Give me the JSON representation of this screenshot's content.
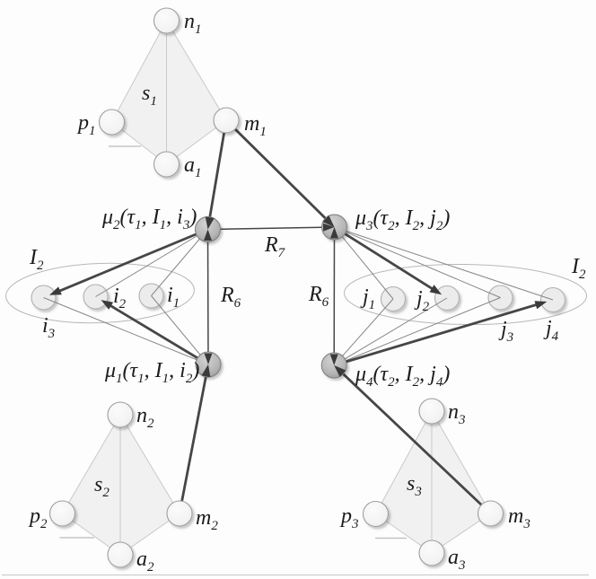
{
  "figure": {
    "type": "diagram",
    "description": "Graph diagram with three kite-shaped subgraphs (s1, s2, s3), two item-set ellipses (I2 left with i1,i2,i3 and I2 right with j1..j4), and four mapping nodes mu1..mu4 linked by relations R6 and R7"
  },
  "colors": {
    "background": "#fdfdfd",
    "text": "#1c1c1c",
    "thick_edge": "#464646",
    "thin_edge": "#8e8e8e",
    "arrowhead": "#3a3a3a",
    "kite_fill": "#f1f1f1",
    "kite_stroke": "#c9c9c9",
    "kite_node_stroke": "#9e9e9e",
    "set_node_fill": "#ececec",
    "ellipse_stroke": "#b8b8b8",
    "mu_node_fill": "#b5b5b5"
  },
  "labels": {
    "n1": {
      "m": "n",
      "s": "1"
    },
    "s1": {
      "m": "s",
      "s": "1"
    },
    "p1": {
      "m": "p",
      "s": "1"
    },
    "m1": {
      "m": "m",
      "s": "1"
    },
    "a1": {
      "m": "a",
      "s": "1"
    },
    "n2": {
      "m": "n",
      "s": "2"
    },
    "s2": {
      "m": "s",
      "s": "2"
    },
    "p2": {
      "m": "p",
      "s": "2"
    },
    "m2": {
      "m": "m",
      "s": "2"
    },
    "a2": {
      "m": "a",
      "s": "2"
    },
    "n3": {
      "m": "n",
      "s": "3"
    },
    "s3": {
      "m": "s",
      "s": "3"
    },
    "p3": {
      "m": "p",
      "s": "3"
    },
    "m3": {
      "m": "m",
      "s": "3"
    },
    "a3": {
      "m": "a",
      "s": "3"
    },
    "i1": {
      "m": "i",
      "s": "1"
    },
    "i2": {
      "m": "i",
      "s": "2"
    },
    "i3": {
      "m": "i",
      "s": "3"
    },
    "j1": {
      "m": "j",
      "s": "1"
    },
    "j2": {
      "m": "j",
      "s": "2"
    },
    "j3": {
      "m": "j",
      "s": "3"
    },
    "j4": {
      "m": "j",
      "s": "4"
    },
    "I2_left": {
      "m": "I",
      "s": "2"
    },
    "I2_right": {
      "m": "I",
      "s": "2"
    },
    "R7": {
      "m": "R",
      "s": "7"
    },
    "R6_left": {
      "m": "R",
      "s": "6"
    },
    "R6_right": {
      "m": "R",
      "s": "6"
    },
    "mu2": {
      "parts": [
        {
          "m": "μ",
          "s": "2"
        },
        {
          "m": "(τ",
          "s": "1"
        },
        {
          "m": ", I",
          "s": "1"
        },
        {
          "m": ", i",
          "s": "3"
        },
        {
          "m": ")"
        }
      ]
    },
    "mu3": {
      "parts": [
        {
          "m": "μ",
          "s": "3"
        },
        {
          "m": "(τ",
          "s": "2"
        },
        {
          "m": ", I",
          "s": "2"
        },
        {
          "m": ", j",
          "s": "2"
        },
        {
          "m": ")"
        }
      ]
    },
    "mu1": {
      "parts": [
        {
          "m": "μ",
          "s": "1"
        },
        {
          "m": "(τ",
          "s": "1"
        },
        {
          "m": ", I",
          "s": "1"
        },
        {
          "m": ", i",
          "s": "2"
        },
        {
          "m": ")"
        }
      ]
    },
    "mu4": {
      "parts": [
        {
          "m": "μ",
          "s": "4"
        },
        {
          "m": "(τ",
          "s": "2"
        },
        {
          "m": ", I",
          "s": "2"
        },
        {
          "m": ", j",
          "s": "4"
        },
        {
          "m": ")"
        }
      ]
    }
  },
  "graph": {
    "kites": [
      {
        "name": "s1",
        "nodes": [
          "n1",
          "p1",
          "a1",
          "m1"
        ]
      },
      {
        "name": "s2",
        "nodes": [
          "n2",
          "p2",
          "a2",
          "m2"
        ]
      },
      {
        "name": "s3",
        "nodes": [
          "n3",
          "p3",
          "a3",
          "m3"
        ]
      }
    ],
    "sets": [
      {
        "name": "I2_left",
        "members": [
          "i3",
          "i2",
          "i1"
        ]
      },
      {
        "name": "I2_right",
        "members": [
          "j1",
          "j2",
          "j3",
          "j4"
        ]
      }
    ],
    "mu_nodes": [
      "mu1",
      "mu2",
      "mu3",
      "mu4"
    ],
    "edges": [
      {
        "from": "m1",
        "to": "mu2",
        "style": "thick-arrow"
      },
      {
        "from": "m1",
        "to": "mu3",
        "style": "thick-arrow"
      },
      {
        "from": "m2",
        "to": "mu1",
        "style": "thick-arrow"
      },
      {
        "from": "m3",
        "to": "mu4",
        "style": "thick-arrow"
      },
      {
        "from": "mu2",
        "to": "mu3",
        "style": "arrow",
        "label": "R7"
      },
      {
        "from": "mu2",
        "to": "mu1",
        "style": "double-arrow",
        "label": "R6"
      },
      {
        "from": "mu3",
        "to": "mu4",
        "style": "double-arrow",
        "label": "R6"
      },
      {
        "from": "mu2",
        "to": "i3",
        "style": "thick-arrow"
      },
      {
        "from": "mu2",
        "to": "i2",
        "style": "thin"
      },
      {
        "from": "mu2",
        "to": "i1",
        "style": "thin"
      },
      {
        "from": "mu1",
        "to": "i2",
        "style": "thick-arrow"
      },
      {
        "from": "mu1",
        "to": "i3",
        "style": "thin"
      },
      {
        "from": "mu1",
        "to": "i1",
        "style": "thin"
      },
      {
        "from": "mu3",
        "to": "j2",
        "style": "thick-arrow"
      },
      {
        "from": "mu3",
        "to": "j1",
        "style": "thin"
      },
      {
        "from": "mu3",
        "to": "j3",
        "style": "thin"
      },
      {
        "from": "mu3",
        "to": "j4",
        "style": "thin"
      },
      {
        "from": "mu4",
        "to": "j4",
        "style": "thick-arrow"
      },
      {
        "from": "mu4",
        "to": "j1",
        "style": "thin"
      },
      {
        "from": "mu4",
        "to": "j2",
        "style": "thin"
      },
      {
        "from": "mu4",
        "to": "j3",
        "style": "thin"
      }
    ]
  }
}
